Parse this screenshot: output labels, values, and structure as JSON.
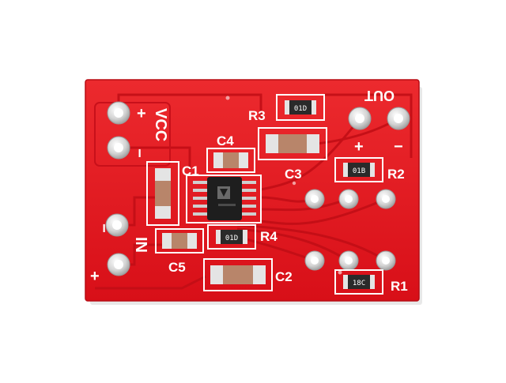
{
  "photo": {
    "subject": "breakout board",
    "colors": {
      "background": "#ffffff",
      "pcb": "#e0141c",
      "pcb_dark": "#b80c14",
      "trace": "#c20e16",
      "silkscreen": "#ffffff",
      "pad": "#d8d8d8",
      "ic_body": "#1e1e1e",
      "cap_body": "#b8856a",
      "resistor_body": "#2a2a2a"
    },
    "labels": {
      "vcc": "VCC",
      "vcc_plus": "+",
      "vcc_minus": "−",
      "in": "IN",
      "in_plus": "+",
      "in_minus": "−",
      "out": "OUT",
      "out_plus": "+",
      "out_minus": "−",
      "c1": "C1",
      "c2": "C2",
      "c3": "C3",
      "c4": "C4",
      "c5": "C5",
      "r1": "R1",
      "r2": "R2",
      "r3": "R3",
      "r4": "R4"
    },
    "resistor_codes": {
      "r1": "18C",
      "r2": "01B",
      "r3": "01D",
      "r4": "01D"
    }
  }
}
